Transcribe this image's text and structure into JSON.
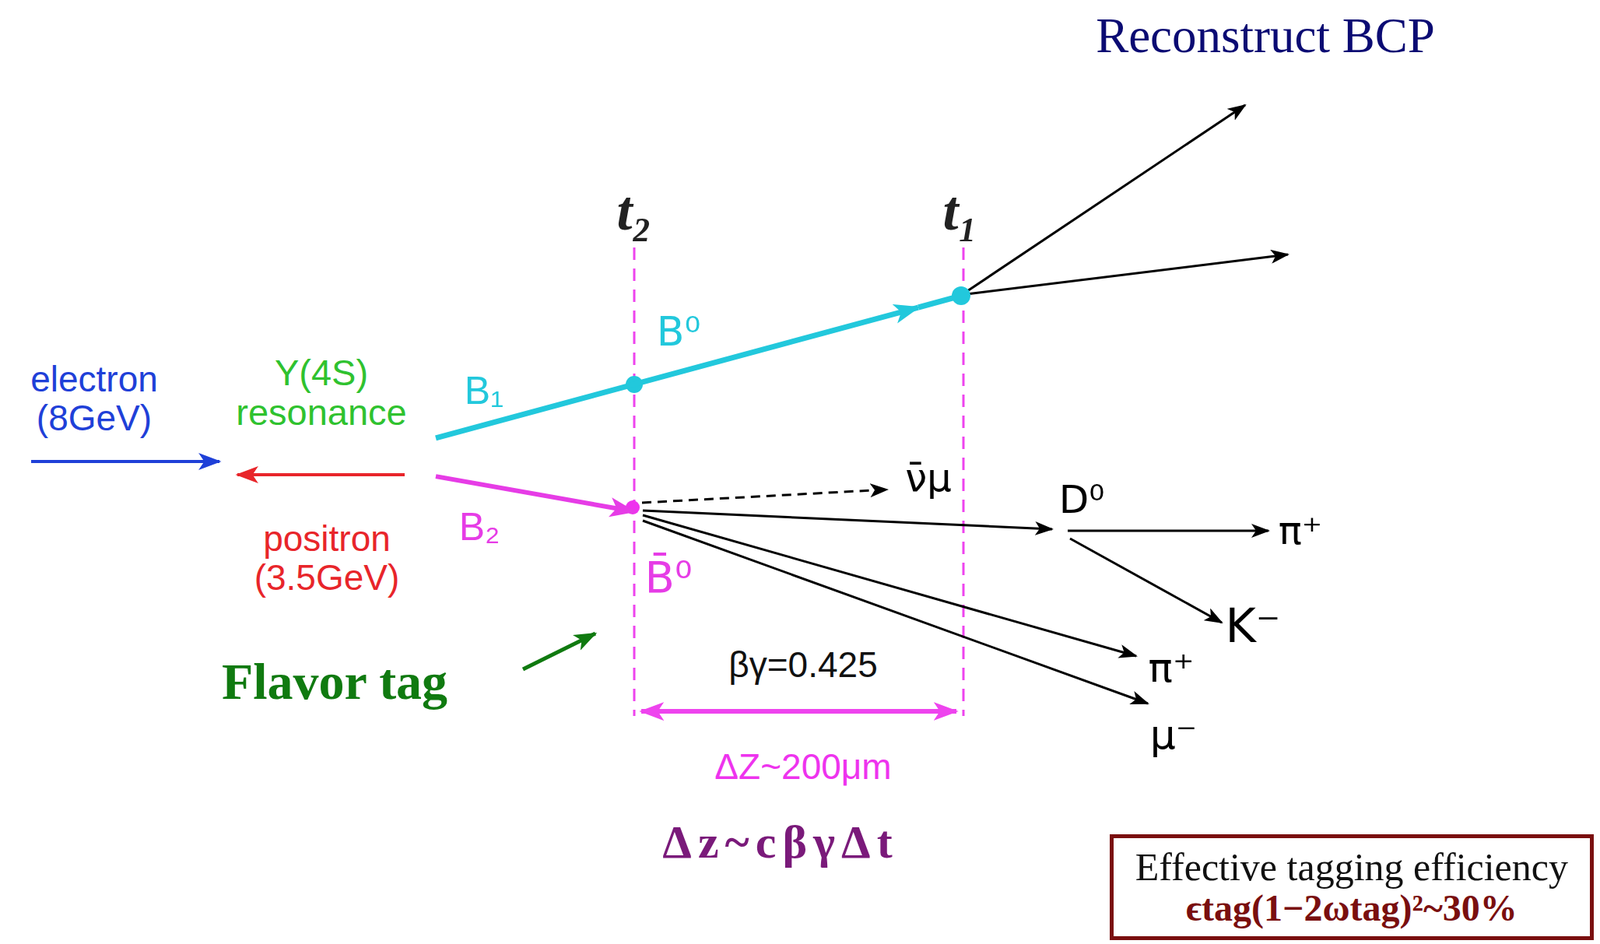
{
  "diagram": {
    "nodes": [
      {
        "text": [
          "Reconstruct BCP"
        ]
      },
      {
        "text": [
          "Υ(4S) resonance"
        ]
      },
      {
        "text": [
          "B̄⁰"
        ]
      },
      {
        "text": [
          "K⁻",
          "π⁺",
          "μ⁻"
        ]
      },
      {
        "text": [
          "Effective tagging efficiency",
          "ϵtag(1−2ωtag)²~30%"
        ]
      }
    ],
    "edges": [
      {
        "from": 1,
        "to": 0,
        "arrow": "to",
        "label": "B₁"
      },
      {
        "from": 1,
        "to": 2,
        "arrow": "to",
        "label": "B₂"
      }
    ],
    "labels": [
      "t₂",
      "t₁",
      "B⁰",
      "electron (8GeV)",
      "ν̄μ",
      "D⁰",
      "π⁺",
      "positron (3.5GeV)",
      "Flavor tag",
      "βγ=0.425",
      "ΔZ~200μm",
      "Δz~cβγΔt"
    ]
  }
}
